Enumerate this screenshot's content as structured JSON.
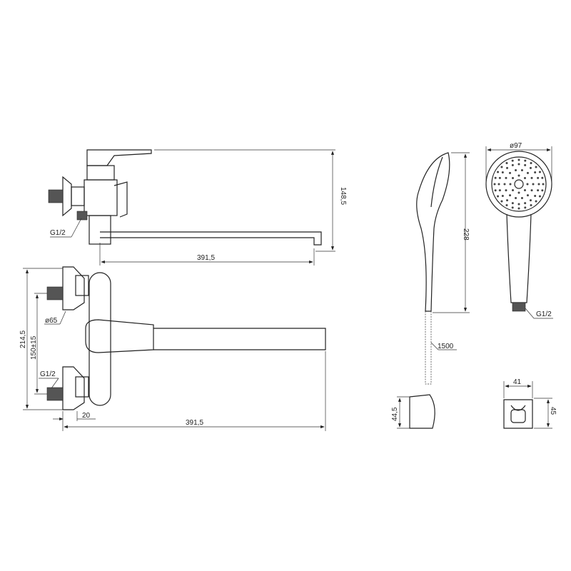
{
  "title": "Wall-mounted bath/shower mixer with long spout, hand shower and holder - dimension drawing",
  "dimensions": {
    "side_height": "148,5",
    "side_spout_length": "391,5",
    "side_thread": "G1/2",
    "front_total_height": "214,5",
    "front_center_distance": "150±15",
    "front_flange_diameter": "ø65",
    "front_thread": "G1/2",
    "front_offset": "20",
    "front_spout_length": "391,5",
    "shower_length": "228",
    "shower_head_diameter": "ø97",
    "shower_thread": "G1/2",
    "hose_length": "1500",
    "holder_height_side": "44,5",
    "holder_width": "41",
    "holder_height": "45"
  },
  "colors": {
    "line": "#222222",
    "background": "#ffffff"
  }
}
